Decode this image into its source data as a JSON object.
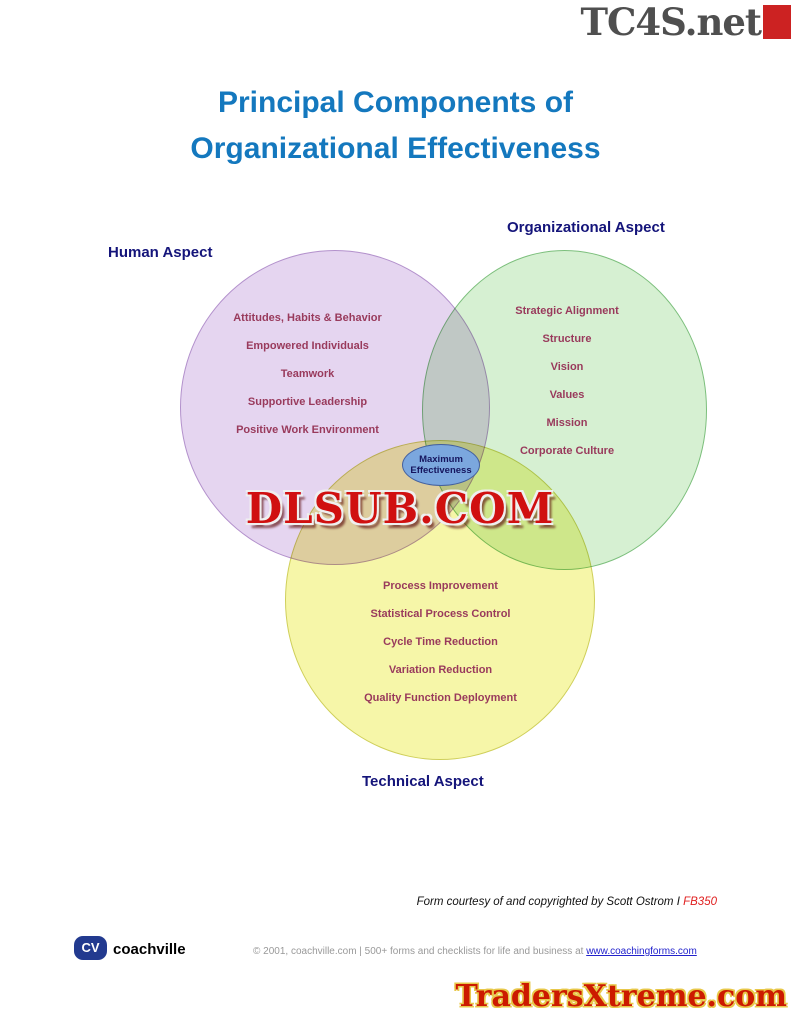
{
  "watermarks": {
    "tc4s": "TC4S.net",
    "dlsub": "DLSUB.COM",
    "tradersxtreme": "TradersXtreme.com"
  },
  "title": {
    "line1": "Principal Components of",
    "line2": "Organizational Effectiveness"
  },
  "diagram": {
    "human": {
      "label": "Human Aspect",
      "items": [
        "Attitudes, Habits & Behavior",
        "Empowered Individuals",
        "Teamwork",
        "Supportive Leadership",
        "Positive Work Environment"
      ]
    },
    "organizational": {
      "label": "Organizational Aspect",
      "items": [
        "Strategic Alignment",
        "Structure",
        "Vision",
        "Values",
        "Mission",
        "Corporate Culture"
      ]
    },
    "technical": {
      "label": "Technical Aspect",
      "items": [
        "Process Improvement",
        "Statistical Process Control",
        "Cycle Time Reduction",
        "Variation Reduction",
        "Quality Function Deployment"
      ]
    },
    "center": {
      "line1": "Maximum",
      "line2": "Effectiveness"
    }
  },
  "footer": {
    "courtesy_text": "Form courtesy of and copyrighted by Scott Ostrom I ",
    "courtesy_code": "FB350",
    "logo_text": "CV",
    "brand": "coachville",
    "copyright_text": "© 2001, coachville.com | 500+ forms and checklists for life and business at ",
    "copyright_link": "www.coachingforms.com"
  },
  "colors": {
    "title_blue": "#1478be",
    "human_fill": "#e5d5f0",
    "organizational_fill": "#d6f0d2",
    "technical_fill": "#f6f6a8",
    "center_fill": "#7ba7de",
    "aspect_label_navy": "#14147a",
    "item_text_maroon": "#993a5c",
    "watermark_red": "#d01010",
    "corner_block_red": "#cc2222"
  }
}
